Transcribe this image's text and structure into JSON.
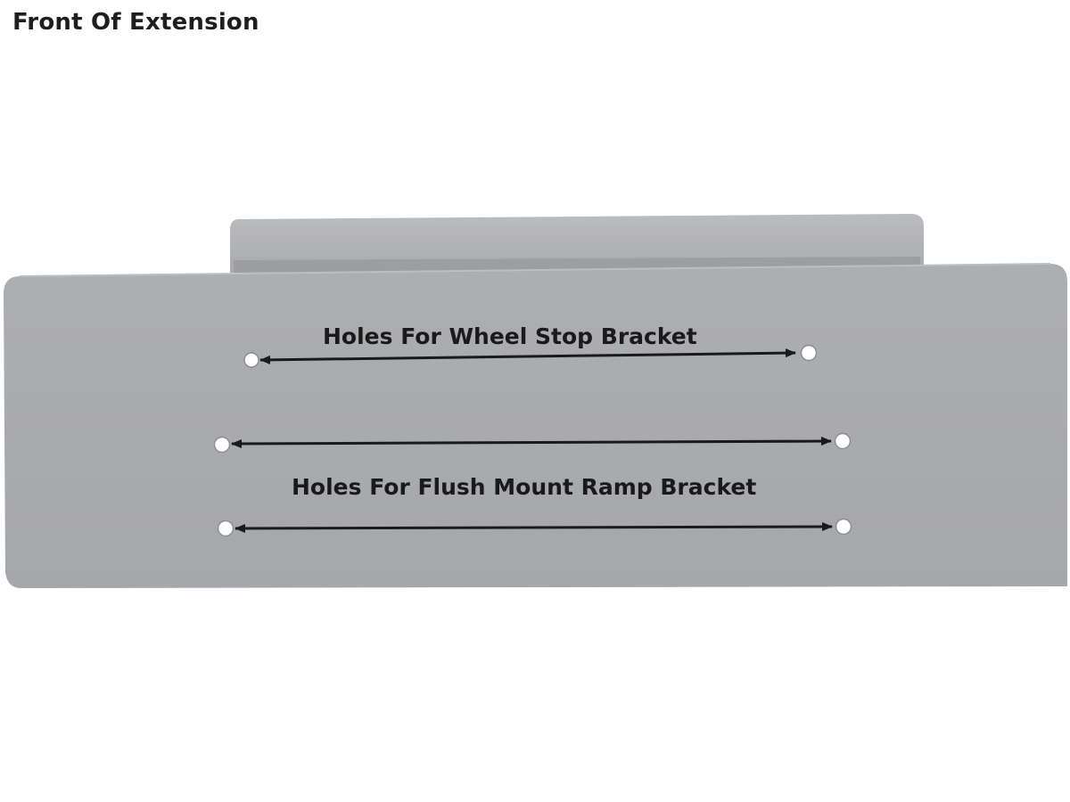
{
  "title": "Front Of Extension",
  "callouts": {
    "wheel_stop": "Holes For Wheel Stop Bracket",
    "flush_mount": "Holes For Flush Mount Ramp Bracket"
  },
  "colors": {
    "plate_front": "#a9aaad",
    "plate_back": "#b5b6b9",
    "arrow": "#1a1a1a",
    "hole": "#ffffff"
  }
}
